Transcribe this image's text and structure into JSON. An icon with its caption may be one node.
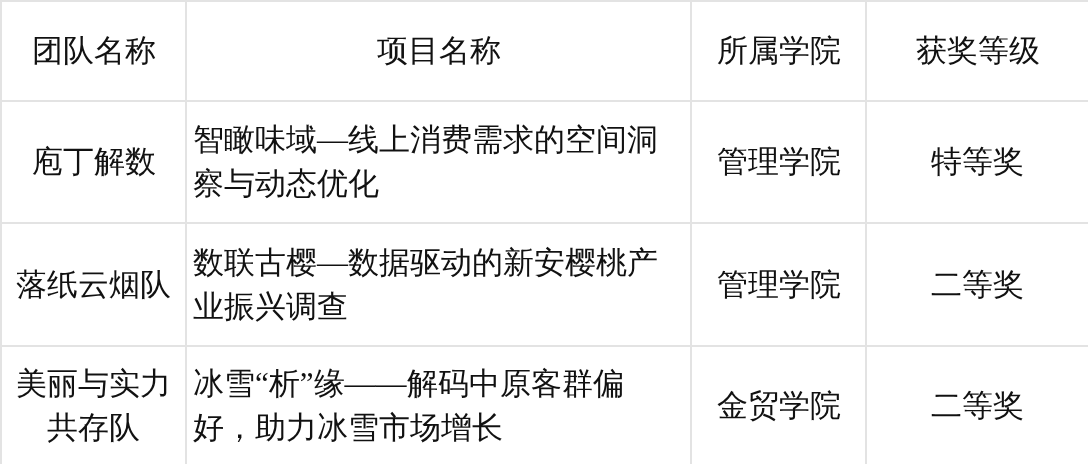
{
  "diagram": {
    "labels": [
      "团队名称",
      "项目名称",
      "所属学院",
      "获奖等级",
      "庖丁解数",
      "智瞰味域—线上消费需求的空间洞察与动态优化",
      "管理学院",
      "特等奖",
      "落纸云烟队",
      "数联古樱—数据驱动的新安樱桃产业振兴调查",
      "管理学院",
      "二等奖",
      "美丽与实力共存队",
      "冰雪“析”缘——解码中原客群偏好，助力冰雪市场增长",
      "金贸学院",
      "二等奖"
    ]
  }
}
